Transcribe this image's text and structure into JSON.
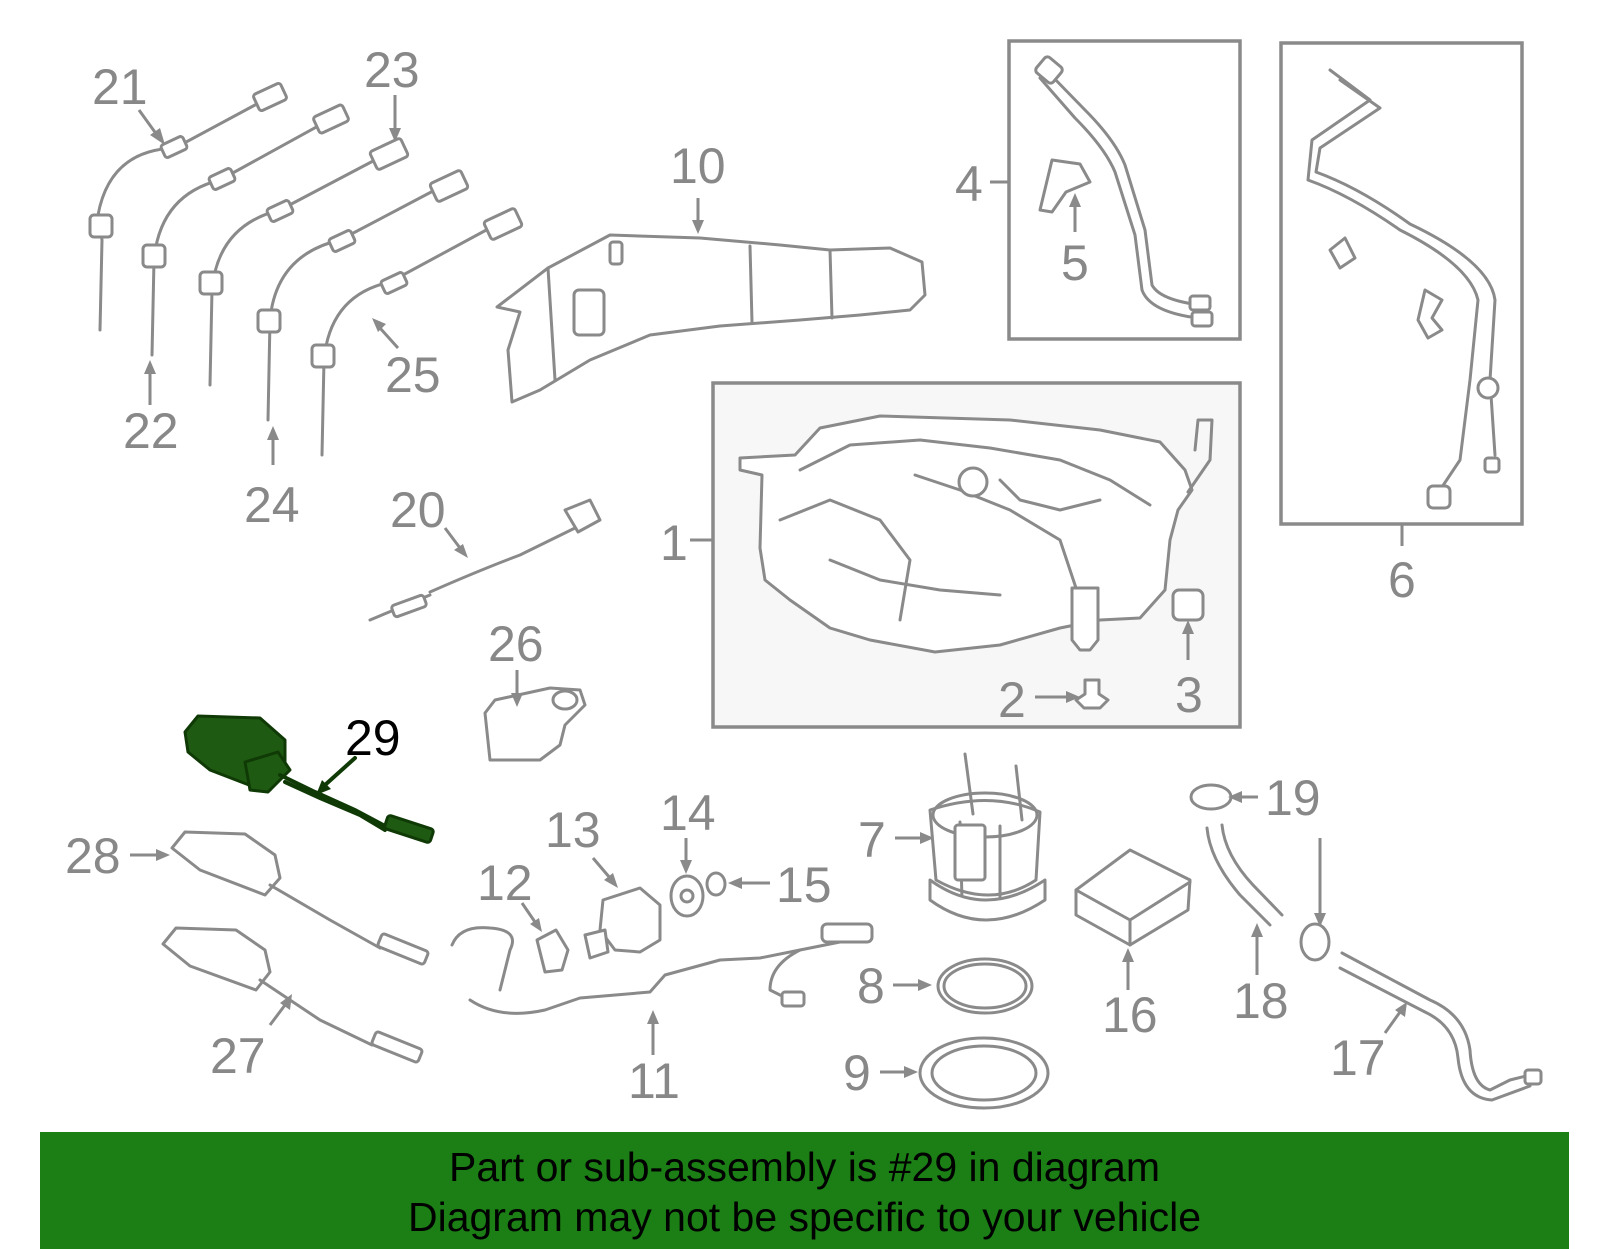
{
  "diagram": {
    "callouts": {
      "c1": "1",
      "c2": "2",
      "c3": "3",
      "c4": "4",
      "c5": "5",
      "c6": "6",
      "c7": "7",
      "c8": "8",
      "c9": "9",
      "c10": "10",
      "c11": "11",
      "c12": "12",
      "c13": "13",
      "c14": "14",
      "c15": "15",
      "c16": "16",
      "c17": "17",
      "c18": "18",
      "c19": "19",
      "c20": "20",
      "c21": "21",
      "c22": "22",
      "c23": "23",
      "c24": "24",
      "c25": "25",
      "c26": "26",
      "c27": "27",
      "c28": "28",
      "c29": "29"
    },
    "highlighted_part": "29"
  },
  "banner": {
    "line1": "Part or sub-assembly is #29 in diagram",
    "line2": "Diagram may not be specific to your vehicle",
    "background": "#1b7f15"
  },
  "colors": {
    "line_art": "#8a8a8a",
    "highlight_part": "#1f5a12"
  }
}
